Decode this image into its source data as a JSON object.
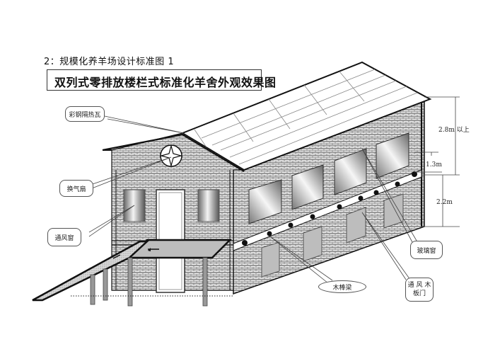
{
  "caption": "2：规模化养羊场设计标准图 1",
  "title": "双列式零排放楼栏式标准化羊舍外观效果图",
  "callouts": {
    "roof": "彩钢隔热瓦",
    "fan": "换气扇",
    "vent_window": "通风窗",
    "glass_window": "玻璃窗",
    "wood_beam": "木棒梁",
    "wood_door_line1": "通 风 木",
    "wood_door_line2": "板门"
  },
  "dimensions": {
    "upper": "2.8m 以上",
    "middle": "1.3m",
    "lower": "2.2m"
  },
  "colors": {
    "line": "#111111",
    "brick": "#cfcfcf",
    "panel": "#b5b5b5",
    "ramp": "#c8c8c8",
    "background": "#ffffff"
  }
}
